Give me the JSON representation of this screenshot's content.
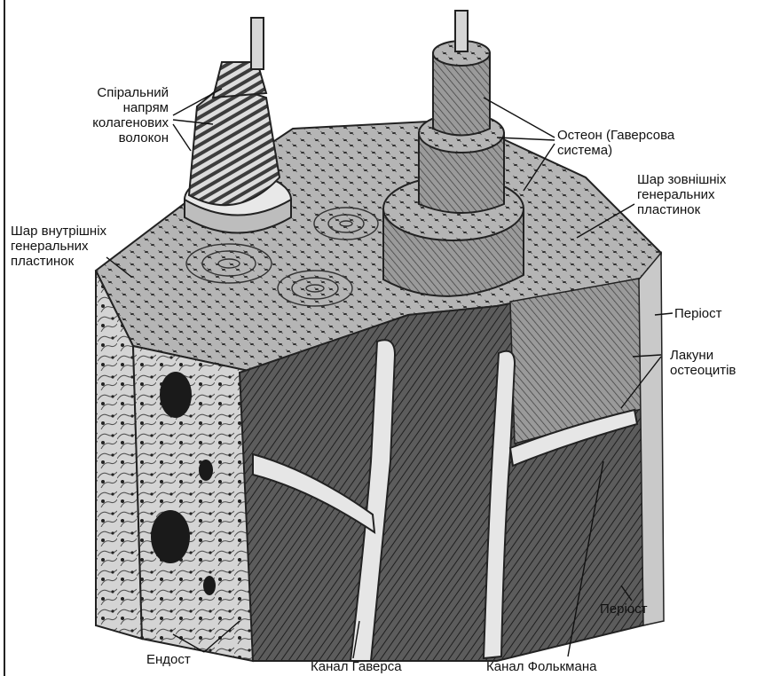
{
  "figure": {
    "labels": {
      "collagen_spiral": "Спіральний\nнапрям\nколагенових\nволокон",
      "osteon": "Остеон (Гаверсова\nсистема)",
      "outer_lamellae": "Шар зовнішніх\nгенеральних\nпластинок",
      "inner_lamellae": "Шар внутрішніх\nгенеральних\nпластинок",
      "periosteum_top": "Періост",
      "lacunae": "Лакуни\nостеоцитів",
      "periosteum_bottom": "Періост",
      "endosteum": "Ендост",
      "haversian_canal": "Канал Гаверса",
      "volkmann_canal": "Канал Фолькмана"
    }
  },
  "colors": {
    "ink": "#111111",
    "bone_dark": "#4a4a4a",
    "bone_mid": "#8a8a8a",
    "bone_light": "#cfcfcf",
    "canal": "#e6e6e6"
  }
}
